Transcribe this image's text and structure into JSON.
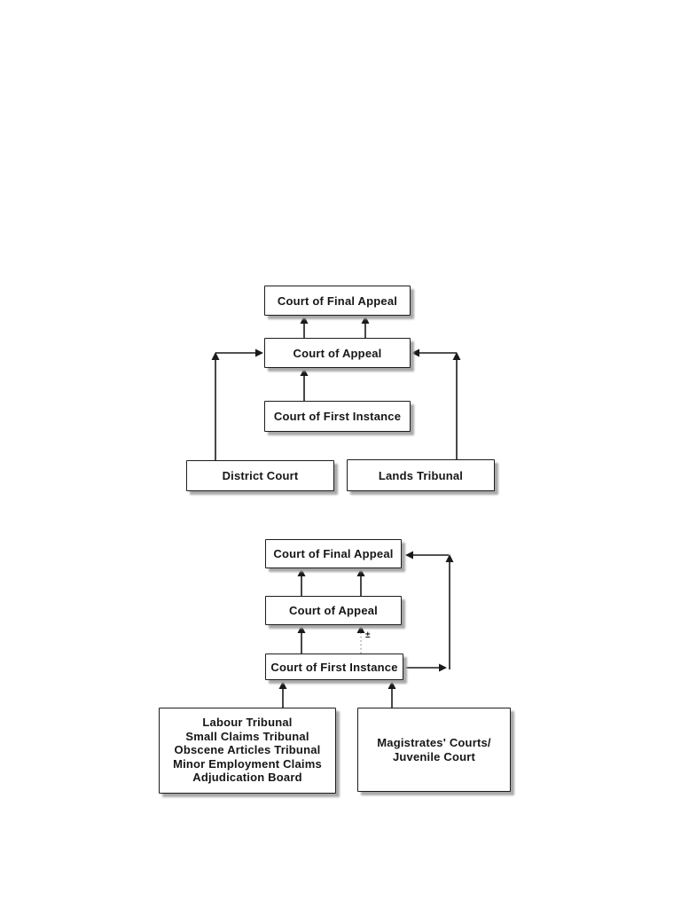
{
  "document": {
    "background": "#ffffff"
  },
  "colors": {
    "node_fill": "#ffffff",
    "node_border": "#1c1c1c",
    "node_shadow": "#a8a8a8",
    "arrow": "#1a1a1a",
    "dotted_arrow": "#b0b0b0",
    "text": "#161616"
  },
  "top_chart": {
    "type": "flowchart",
    "nodes": {
      "final_appeal": "Court of Final Appeal",
      "appeal": "Court of Appeal",
      "first_instance": "Court of First Instance",
      "district": "District Court",
      "lands": "Lands Tribunal"
    },
    "edges": [
      "Court of Appeal -> Court of Final Appeal (two arrows up)",
      "Court of First Instance -> Court of Appeal",
      "District Court -> Court of Appeal (left side)",
      "Lands Tribunal -> Court of Appeal (right side)"
    ]
  },
  "bottom_chart": {
    "type": "flowchart",
    "nodes": {
      "final_appeal": "Court of Final Appeal",
      "appeal": "Court of Appeal",
      "first_instance": "Court of First Instance"
    },
    "tribunals": {
      "lines": [
        "Labour Tribunal",
        "Small Claims Tribunal",
        "Obscene Articles Tribunal",
        "Minor Employment Claims",
        "Adjudication Board"
      ]
    },
    "magistrates": {
      "lines": [
        "Magistrates' Courts/",
        "Juvenile Court"
      ]
    },
    "footnote_marker": "±",
    "edges": [
      "Court of Appeal -> Court of Final Appeal (two arrows up)",
      "Court of First Instance -> Court of Appeal (solid)",
      "Court of First Instance -> Court of Appeal (dotted, marked ±)",
      "Court of First Instance -> Court of Final Appeal (routed right side)",
      "Tribunals -> Court of First Instance",
      "Magistrates' Courts/Juvenile Court -> Court of First Instance"
    ]
  }
}
